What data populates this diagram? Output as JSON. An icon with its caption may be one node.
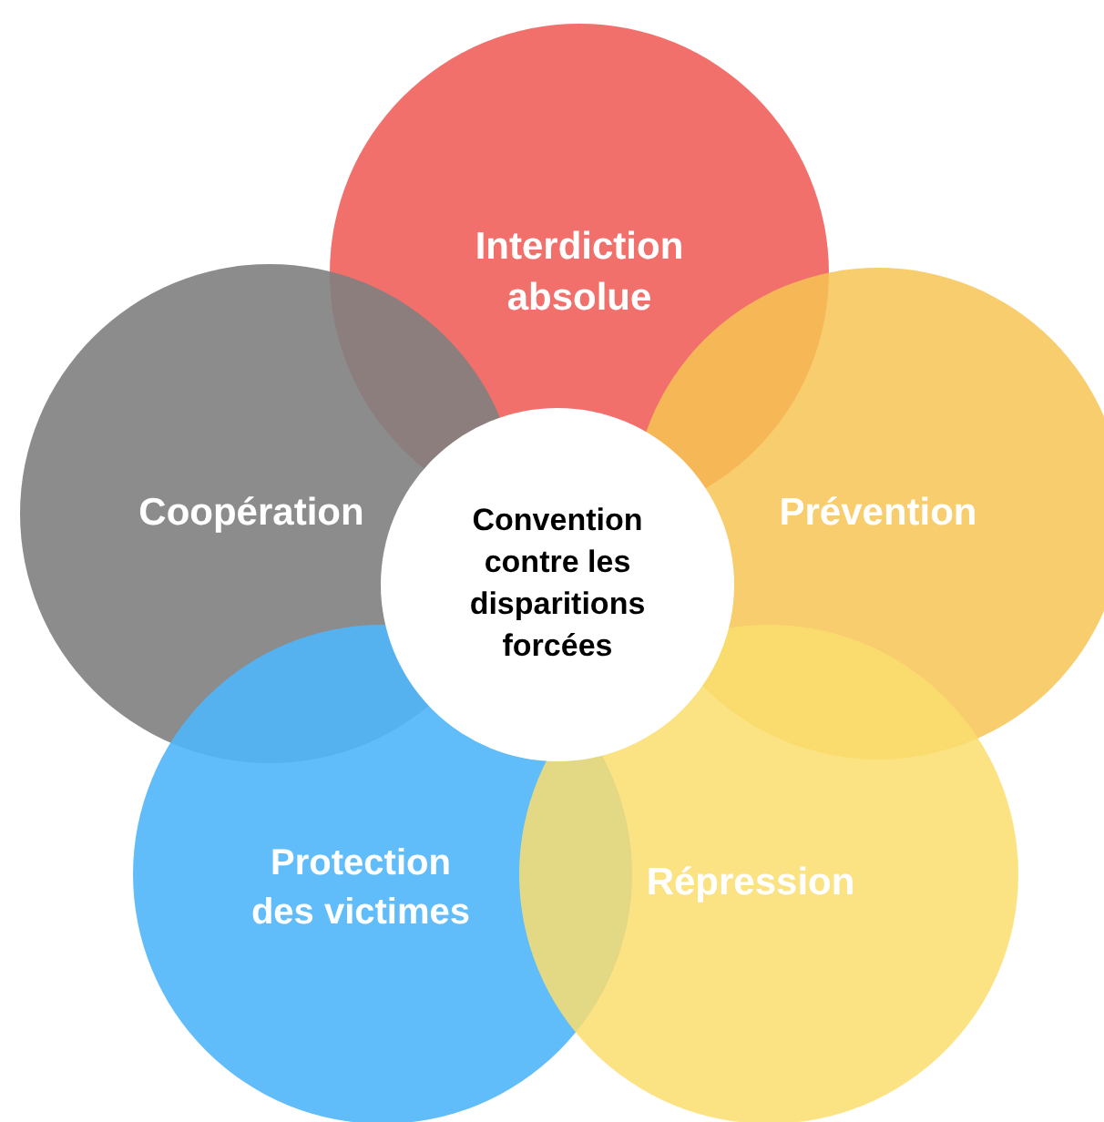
{
  "diagram": {
    "nodes": [
      {
        "text": [
          "Interdiction absolue"
        ]
      },
      {
        "text": [
          "Coopération"
        ]
      },
      {
        "text": [
          "Convention contre les disparitions forcées"
        ]
      },
      {
        "text": [
          "Prévention"
        ]
      },
      {
        "text": [
          "Protection des victimes"
        ]
      },
      {
        "text": [
          "Répression"
        ]
      }
    ]
  }
}
